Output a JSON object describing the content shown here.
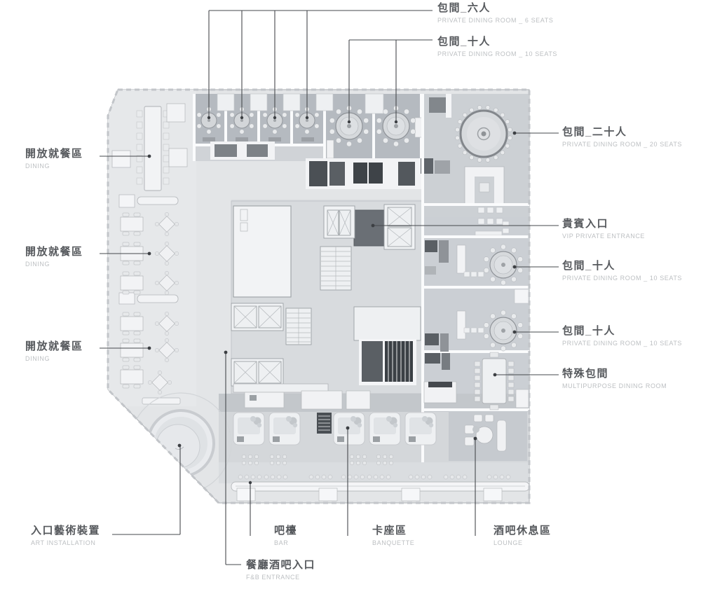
{
  "title": "Restaurant floor plan diagram",
  "labels": {
    "pdr6": {
      "zh": "包間_六人",
      "en": "PRIVATE DINING ROOM _ 6 SEATS"
    },
    "pdr10_top": {
      "zh": "包間_十人",
      "en": "PRIVATE DINING ROOM _ 10 SEATS"
    },
    "pdr20": {
      "zh": "包間_二十人",
      "en": "PRIVATE DINING ROOM _ 20 SEATS"
    },
    "vip": {
      "zh": "貴賓入口",
      "en": "VIP PRIVATE ENTRANCE"
    },
    "pdr10_right_upper": {
      "zh": "包間_十人",
      "en": "PRIVATE DINING ROOM _ 10 SEATS"
    },
    "pdr10_right_lower": {
      "zh": "包間_十人",
      "en": "PRIVATE DINING ROOM _ 10 SEATS"
    },
    "multi": {
      "zh": "特殊包間",
      "en": "MULTIPURPOSE DINING ROOM"
    },
    "dining_1": {
      "zh": "開放就餐區",
      "en": "DINING"
    },
    "dining_2": {
      "zh": "開放就餐區",
      "en": "DINING"
    },
    "dining_3": {
      "zh": "開放就餐區",
      "en": "DINING"
    },
    "art": {
      "zh": "入口藝術裝置",
      "en": "ART INSTALLATION"
    },
    "bar": {
      "zh": "吧檯",
      "en": "BAR"
    },
    "fb_entrance": {
      "zh": "餐廳酒吧入口",
      "en": "F&B ENTRANCE"
    },
    "banquette": {
      "zh": "卡座區",
      "en": "BANQUETTE"
    },
    "lounge": {
      "zh": "酒吧休息區",
      "en": "LOUNGE"
    }
  },
  "colors": {
    "floor": "#e3e5e7",
    "pdr_band": "#b5bac0",
    "right_wing": "#cbcfd4",
    "core_floor": "#d8dbde",
    "room_white": "#f2f3f5",
    "dark_block": "#3e4348",
    "vip_block": "#6a6f75",
    "leader_line": "#46494d",
    "label_zh": "#56595d",
    "label_en": "#bcbfc2"
  }
}
